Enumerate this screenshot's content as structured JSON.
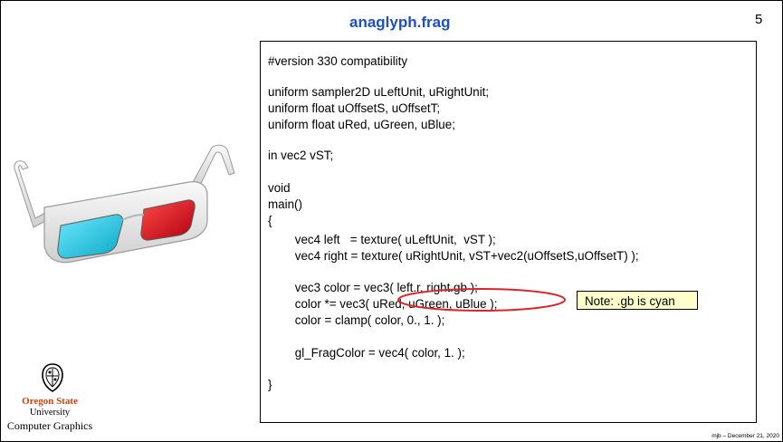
{
  "slide": {
    "title": "anaglyph.frag",
    "page_number": "5",
    "footer": "mjb – December 21, 2020"
  },
  "code_lines": [
    "#version 330 compatibility",
    "uniform sampler2D uLeftUnit, uRightUnit;",
    "uniform float uOffsetS, uOffsetT;",
    "uniform float uRed, uGreen, uBlue;",
    "in vec2 vST;",
    "void",
    "main()",
    "{",
    "        vec4 left   = texture( uLeftUnit,  vST );",
    "        vec4 right = texture( uRightUnit, vST+vec2(uOffsetS,uOffsetT) );",
    "        vec3 color = vec3( left.r, right.gb );",
    "        color *= vec3( uRed, uGreen, uBlue );",
    "        color = clamp( color, 0., 1. );",
    "        gl_FragColor = vec4( color, 1. );",
    "}"
  ],
  "note": "Note: .gb is cyan",
  "logo": {
    "line1": "Oregon State",
    "line2": "University",
    "line3": "Computer Graphics"
  },
  "colors": {
    "title": "#1f4fbf",
    "highlight_ellipse": "#d9262b",
    "note_bg": "#ffffcc",
    "logo_orange": "#d73f09"
  }
}
